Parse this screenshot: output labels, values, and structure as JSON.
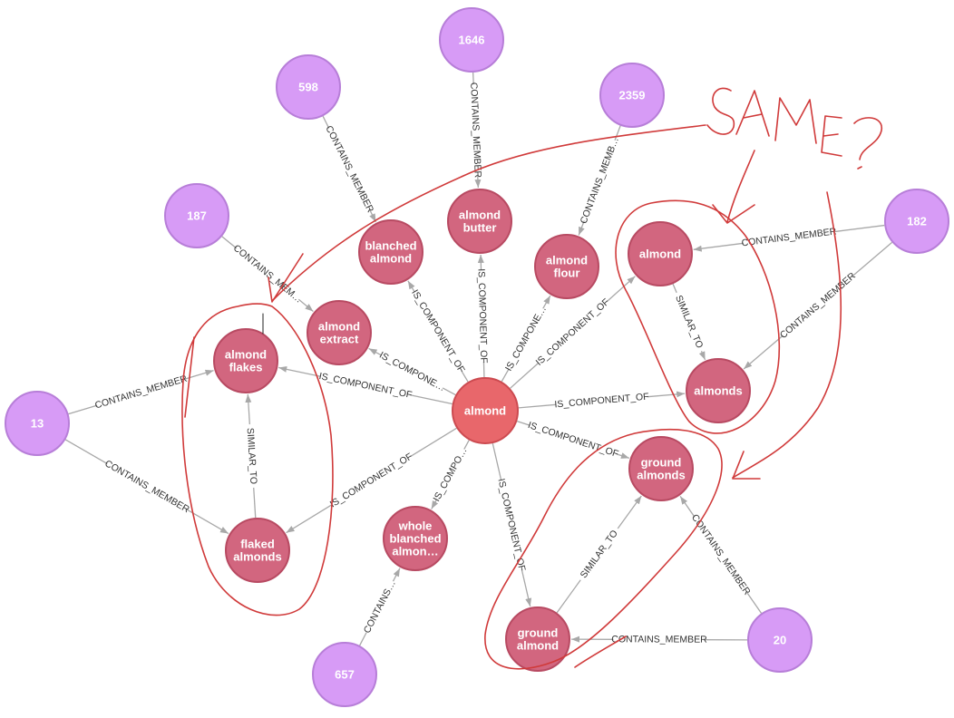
{
  "graph": {
    "colors": {
      "member_fill": "#d79bf6",
      "member_stroke": "#b77ed8",
      "ingredient_fill": "#d2667f",
      "ingredient_stroke": "#b84a62",
      "center_fill": "#e8676b",
      "center_stroke": "#cc4a50",
      "edge": "#a8a8a8",
      "annotation": "#d03a3a"
    },
    "nodes": [
      {
        "id": "n1646",
        "type": "member",
        "label": [
          "1646"
        ]
      },
      {
        "id": "n598",
        "type": "member",
        "label": [
          "598"
        ]
      },
      {
        "id": "n2359",
        "type": "member",
        "label": [
          "2359"
        ]
      },
      {
        "id": "n187",
        "type": "member",
        "label": [
          "187"
        ]
      },
      {
        "id": "n182",
        "type": "member",
        "label": [
          "182"
        ]
      },
      {
        "id": "n13",
        "type": "member",
        "label": [
          "13"
        ]
      },
      {
        "id": "n20",
        "type": "member",
        "label": [
          "20"
        ]
      },
      {
        "id": "n657",
        "type": "member",
        "label": [
          "657"
        ]
      },
      {
        "id": "almond_butter",
        "type": "ingredient",
        "label": [
          "almond",
          "butter"
        ]
      },
      {
        "id": "blanched_almond",
        "type": "ingredient",
        "label": [
          "blanched",
          "almond"
        ]
      },
      {
        "id": "almond_flour",
        "type": "ingredient",
        "label": [
          "almond",
          "flour"
        ]
      },
      {
        "id": "almond_extract",
        "type": "ingredient",
        "label": [
          "almond",
          "extract"
        ]
      },
      {
        "id": "almond_flakes",
        "type": "ingredient",
        "label": [
          "almond",
          "flakes"
        ]
      },
      {
        "id": "flaked_almonds",
        "type": "ingredient",
        "label": [
          "flaked",
          "almonds"
        ]
      },
      {
        "id": "almond_r",
        "type": "ingredient",
        "label": [
          "almond"
        ]
      },
      {
        "id": "almonds",
        "type": "ingredient",
        "label": [
          "almonds"
        ]
      },
      {
        "id": "ground_almonds",
        "type": "ingredient",
        "label": [
          "ground",
          "almonds"
        ]
      },
      {
        "id": "ground_almond",
        "type": "ingredient",
        "label": [
          "ground",
          "almond"
        ]
      },
      {
        "id": "whole_blanched",
        "type": "ingredient",
        "label": [
          "whole",
          "blanched",
          "almon…"
        ]
      },
      {
        "id": "center",
        "type": "center",
        "label": [
          "almond"
        ]
      }
    ],
    "edges": [
      {
        "from": "n1646",
        "to": "almond_butter",
        "label": "CONTAINS_MEMBER"
      },
      {
        "from": "n598",
        "to": "blanched_almond",
        "label": "CONTAINS_MEMBER"
      },
      {
        "from": "n2359",
        "to": "almond_flour",
        "label": "CONTAINS_MEMB…"
      },
      {
        "from": "n187",
        "to": "almond_extract",
        "label": "CONTAINS_MEM…"
      },
      {
        "from": "n182",
        "to": "almond_r",
        "label": "CONTAINS_MEMBER"
      },
      {
        "from": "n182",
        "to": "almonds",
        "label": "CONTAINS_MEMBER"
      },
      {
        "from": "n13",
        "to": "almond_flakes",
        "label": "CONTAINS_MEMBER"
      },
      {
        "from": "n13",
        "to": "flaked_almonds",
        "label": "CONTAINS_MEMBER"
      },
      {
        "from": "n20",
        "to": "ground_almonds",
        "label": "CONTAINS_MEMBER"
      },
      {
        "from": "n20",
        "to": "ground_almond",
        "label": "CONTAINS_MEMBER"
      },
      {
        "from": "n657",
        "to": "whole_blanched",
        "label": "CONTAINS…"
      },
      {
        "from": "center",
        "to": "almond_butter",
        "label": "IS_COMPONENT_OF"
      },
      {
        "from": "center",
        "to": "blanched_almond",
        "label": "IS_COMPONENT_OF"
      },
      {
        "from": "center",
        "to": "almond_flour",
        "label": "IS_COMPONE…"
      },
      {
        "from": "center",
        "to": "almond_extract",
        "label": "IS_COMPONE…"
      },
      {
        "from": "center",
        "to": "almond_flakes",
        "label": "IS_COMPONENT_OF"
      },
      {
        "from": "center",
        "to": "flaked_almonds",
        "label": "IS_COMPONENT_OF"
      },
      {
        "from": "center",
        "to": "almond_r",
        "label": "IS_COMPONENT_OF"
      },
      {
        "from": "center",
        "to": "almonds",
        "label": "IS_COMPONENT_OF"
      },
      {
        "from": "center",
        "to": "ground_almonds",
        "label": "IS_COMPONENT_OF"
      },
      {
        "from": "center",
        "to": "ground_almond",
        "label": "IS_COMPONENT_OF"
      },
      {
        "from": "center",
        "to": "whole_blanched",
        "label": "IS_COMPO…"
      },
      {
        "from": "almond_r",
        "to": "almonds",
        "label": "SIMILAR_TO"
      },
      {
        "from": "flaked_almonds",
        "to": "almond_flakes",
        "label": "SIMILAR_TO"
      },
      {
        "from": "ground_almond",
        "to": "ground_almonds",
        "label": "SIMILAR_TO"
      }
    ],
    "annotation": {
      "text": "SAME?"
    }
  }
}
